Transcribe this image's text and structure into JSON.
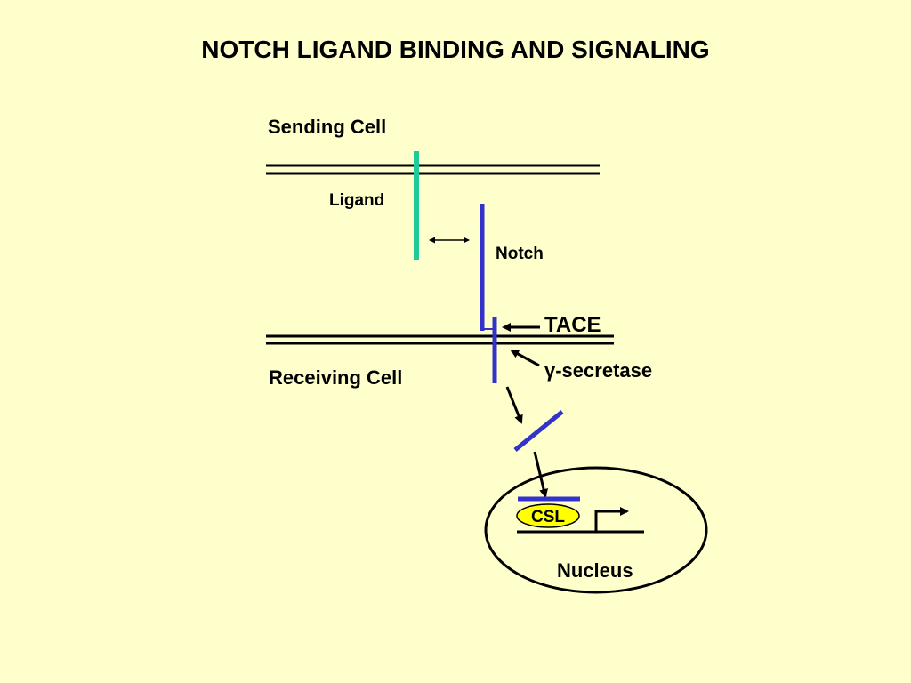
{
  "title": "NOTCH LIGAND BINDING AND SIGNALING",
  "labels": {
    "sending_cell": "Sending Cell",
    "ligand": "Ligand",
    "notch": "Notch",
    "tace": "TACE",
    "gamma_secretase": "γ-secretase",
    "receiving_cell": "Receiving Cell",
    "csl": "CSL",
    "nucleus": "Nucleus"
  },
  "colors": {
    "background": "#ffffcc",
    "ligand": "#1fcc99",
    "notch": "#3333cc",
    "csl_fill": "#ffff00",
    "line": "#000000"
  }
}
